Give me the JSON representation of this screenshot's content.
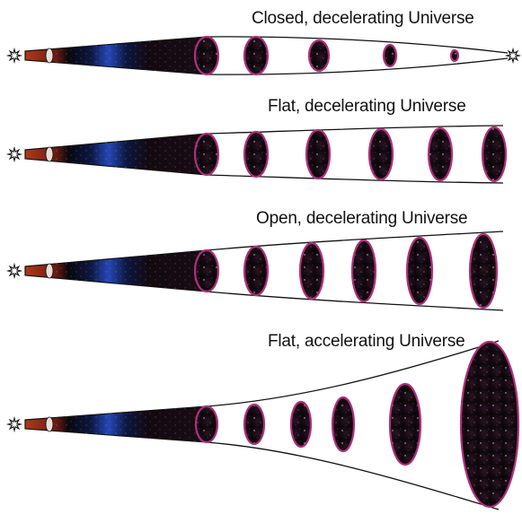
{
  "panels": [
    {
      "title": "Closed, decelerating Universe"
    },
    {
      "title": "Flat, decelerating Universe"
    },
    {
      "title": "Open, decelerating Universe"
    },
    {
      "title": "Flat, accelerating Universe"
    }
  ],
  "colors": {
    "ellipse_ring": "#b0307a",
    "outline": "#111111",
    "space": "#120a10",
    "cmb": "#b23a1a",
    "early_blue": "#2448b8",
    "background": "#ffffff"
  },
  "icons": [
    "big-bang-star-icon",
    "big-crunch-star-icon"
  ]
}
